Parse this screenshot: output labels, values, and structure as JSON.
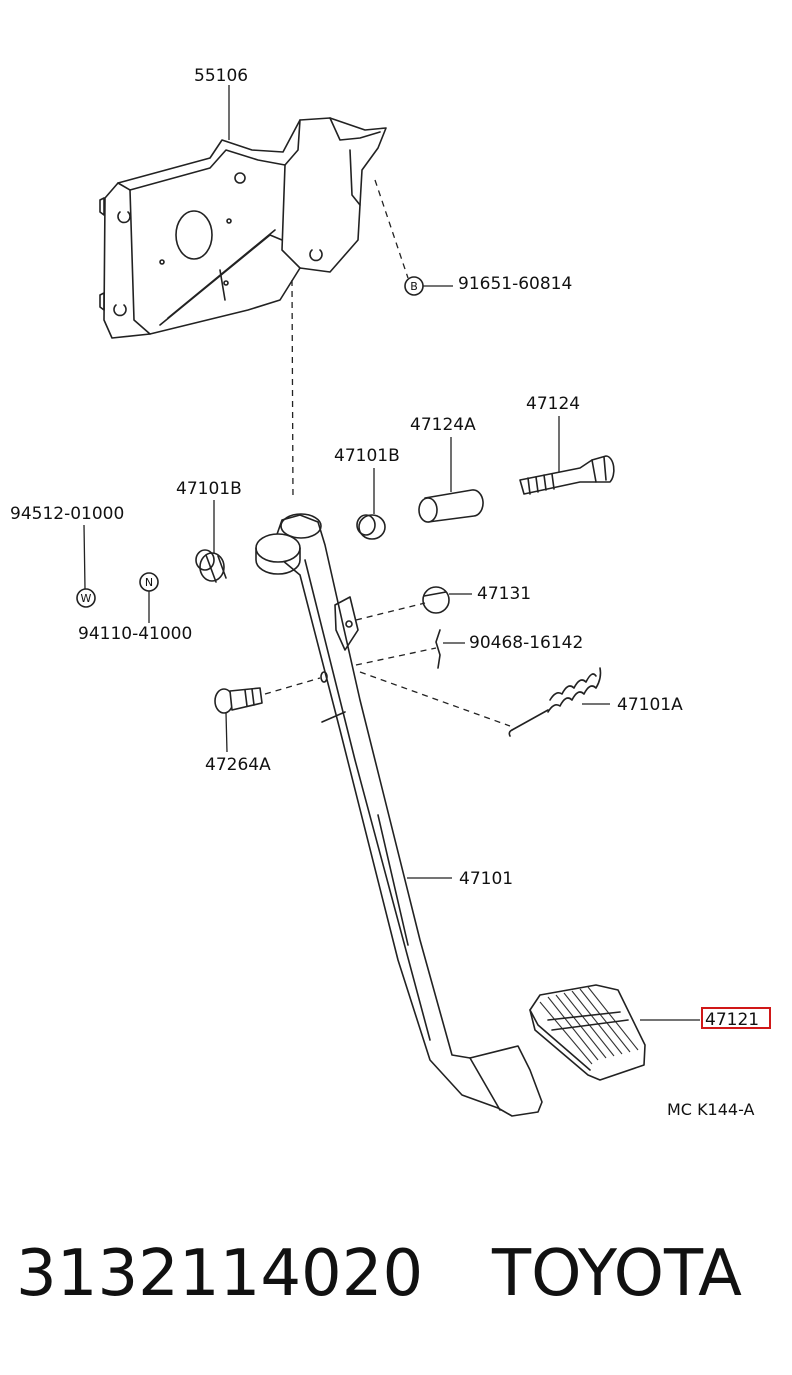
{
  "parts": {
    "bracket": "55106",
    "bolt_b": "91651-60814",
    "bolt_b_letter": "B",
    "bushing_left": "47101B",
    "bushing_right": "47101B",
    "collar": "47124A",
    "pedal_bolt": "47124",
    "washer": "94512-01000",
    "washer_letter": "W",
    "nut": "94110-41000",
    "nut_letter": "N",
    "stopper": "47131",
    "clip": "90468-16142",
    "spring": "47101A",
    "pin": "47264A",
    "pedal_arm": "47101",
    "pedal_pad": "47121"
  },
  "figure_code": "MC K144-A",
  "footer": {
    "part_number": "3132114020",
    "brand": "TOYOTA"
  },
  "colors": {
    "line": "#222222",
    "highlight": "#d01818"
  }
}
